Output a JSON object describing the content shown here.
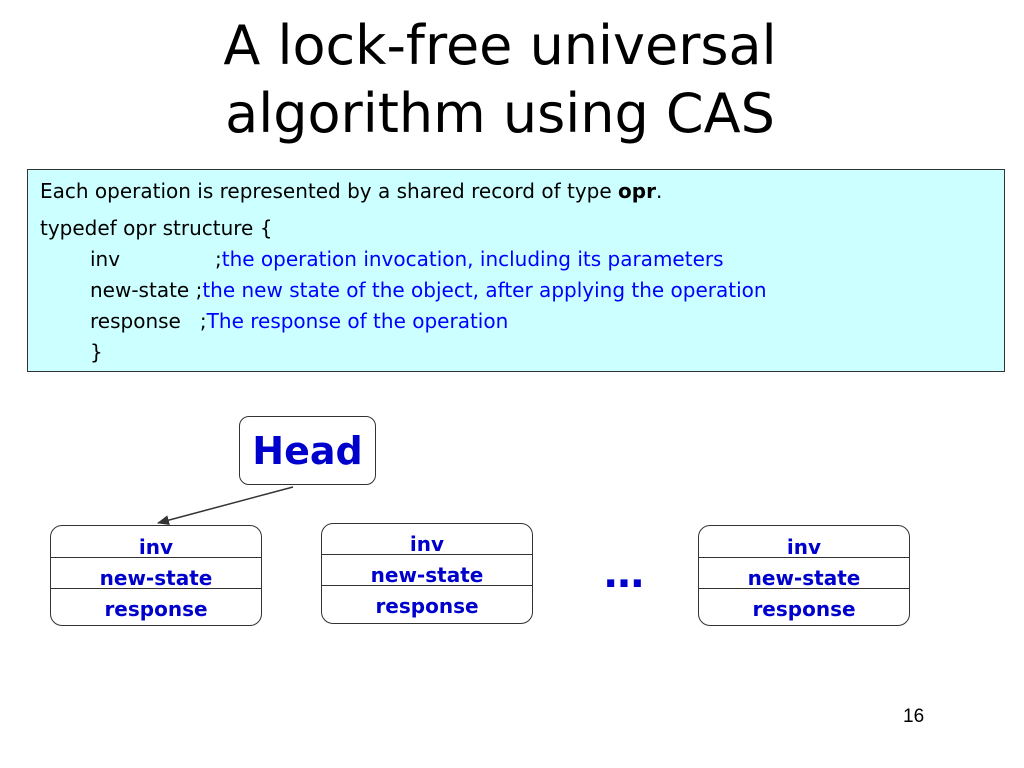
{
  "slide": {
    "title_line1": "A lock-free universal",
    "title_line2": "algorithm using CAS",
    "page_number": "16"
  },
  "definition": {
    "intro_text": "Each operation is represented by a shared record of type ",
    "type_name": "opr",
    "intro_end": ".",
    "typedef_line": "typedef opr structure {",
    "fields": [
      {
        "name": "inv",
        "sep": ";",
        "comment": "the operation invocation, including its parameters"
      },
      {
        "name": "new-state",
        "sep": ";",
        "comment": "the new state of the object, after applying the operation"
      },
      {
        "name": "response",
        "sep": ";",
        "comment": "The response of the operation"
      }
    ],
    "closing_brace": "}"
  },
  "diagram": {
    "head_label": "Head",
    "ellipsis": "…",
    "records": [
      {
        "inv": "inv",
        "new_state": "new-state",
        "response": "response"
      },
      {
        "inv": "inv",
        "new_state": "new-state",
        "response": "response"
      },
      {
        "inv": "inv",
        "new_state": "new-state",
        "response": "response"
      }
    ]
  },
  "colors": {
    "box_background": "#ccffff",
    "comment_text": "#0000ff",
    "diagram_text": "#0000cc"
  }
}
